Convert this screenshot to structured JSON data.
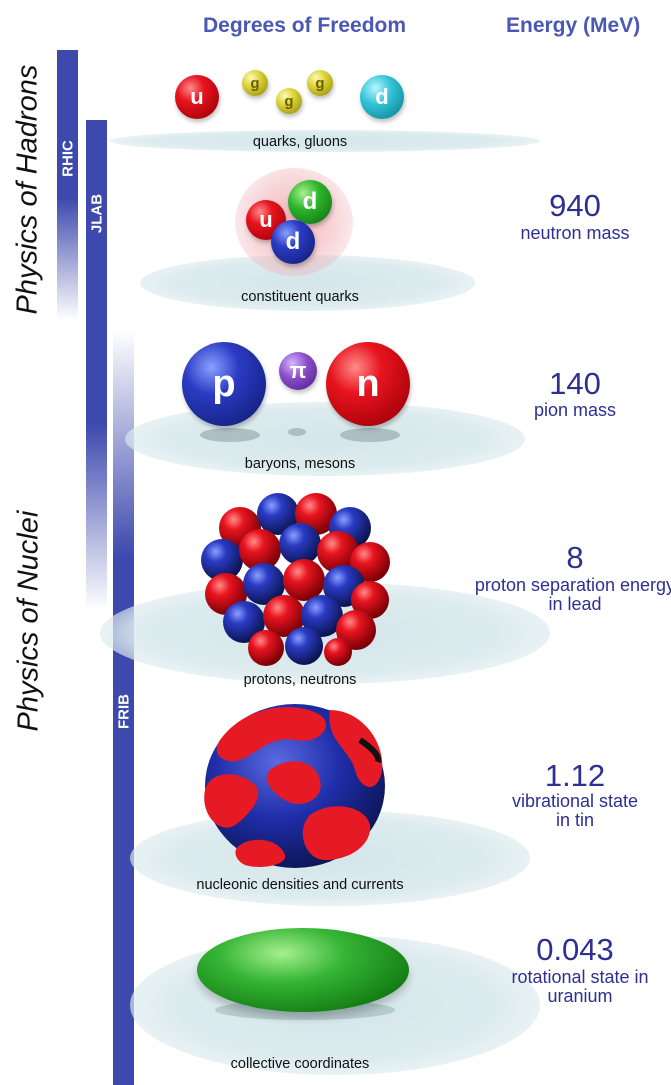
{
  "headers": {
    "degrees": "Degrees of Freedom",
    "energy": "Energy (MeV)"
  },
  "side_titles": {
    "hadrons": "Physics of Hadrons",
    "nuclei": "Physics of Nuclei"
  },
  "facilities": {
    "rhic": "RHIC",
    "jlab": "JLAB",
    "frib": "FRIB"
  },
  "levels": [
    {
      "caption": "quarks, gluons",
      "energy": "",
      "energy_label": ""
    },
    {
      "caption": "constituent quarks",
      "energy": "940",
      "energy_label": "neutron mass"
    },
    {
      "caption": "baryons, mesons",
      "energy": "140",
      "energy_label": "pion mass"
    },
    {
      "caption": "protons, neutrons",
      "energy": "8",
      "energy_label": "proton separation energy in lead"
    },
    {
      "caption": "nucleonic densities and currents",
      "energy": "1.12",
      "energy_label": "vibrational state in tin"
    },
    {
      "caption": "collective coordinates",
      "energy": "0.043",
      "energy_label": "rotational state in uranium"
    }
  ],
  "particles": {
    "quark_up": "u",
    "quark_down": "d",
    "gluon": "g",
    "proton": "p",
    "neutron": "n",
    "pion": "π"
  },
  "colors": {
    "accent_blue": "#4a57b5",
    "energy_blue": "#2d2f93",
    "proton_blue": "#2a3bc4",
    "neutron_red": "#e8141f",
    "gluon_yellow": "#d7cf34",
    "down_cyan": "#32c3d8",
    "collective_green": "#2db52d"
  }
}
